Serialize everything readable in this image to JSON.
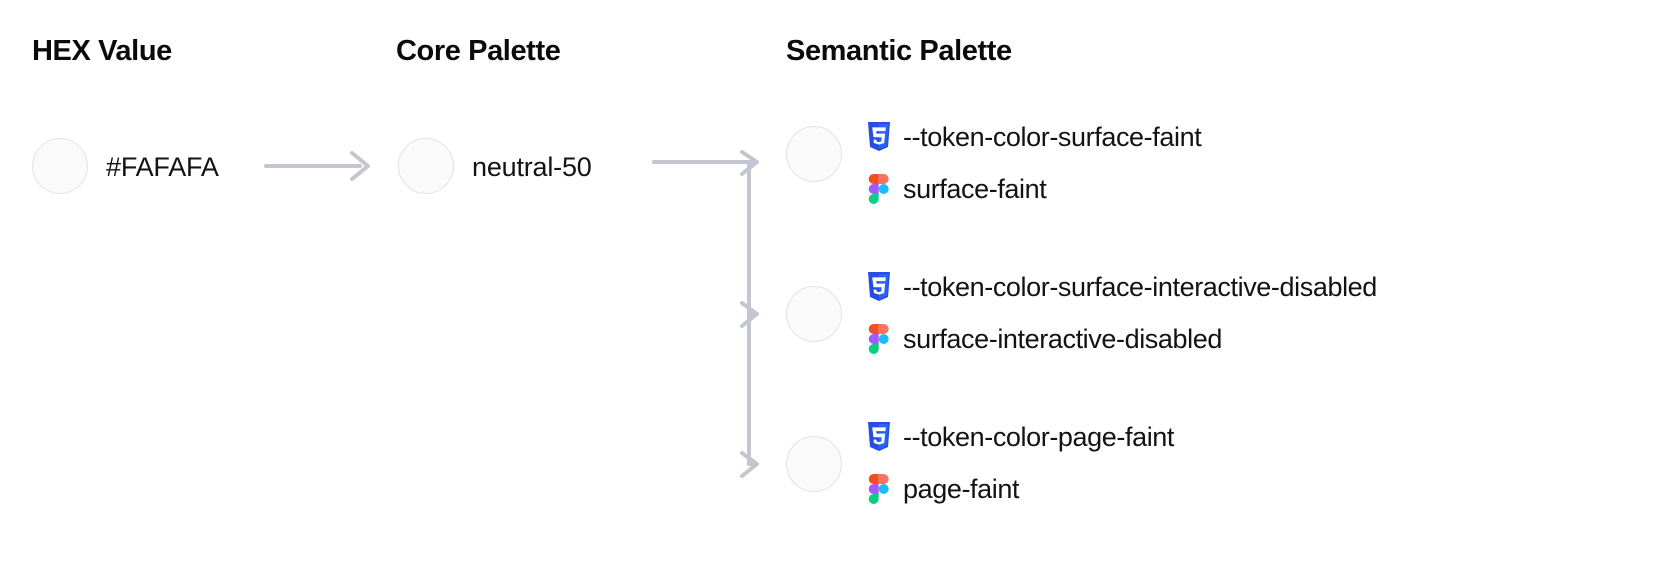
{
  "columns": {
    "hex": {
      "heading": "HEX Value",
      "value": "#FAFAFA",
      "swatch_color": "#FAFAFA"
    },
    "core": {
      "heading": "Core Palette",
      "value": "neutral-50",
      "swatch_color": "#FAFAFA"
    },
    "semantic": {
      "heading": "Semantic Palette"
    }
  },
  "semantic_rows": [
    {
      "swatch_color": "#FAFAFA",
      "css_icon": "css3-icon",
      "css_token": "--token-color-surface-faint",
      "figma_icon": "figma-icon",
      "figma_token": "surface-faint"
    },
    {
      "swatch_color": "#FAFAFA",
      "css_icon": "css3-icon",
      "css_token": "--token-color-surface-interactive-disabled",
      "figma_icon": "figma-icon",
      "figma_token": "surface-interactive-disabled"
    },
    {
      "swatch_color": "#FAFAFA",
      "css_icon": "css3-icon",
      "css_token": "--token-color-page-faint",
      "figma_icon": "figma-icon",
      "figma_token": "page-faint"
    }
  ],
  "colors": {
    "background": "#FFFFFF",
    "heading_text": "#0B0B0D",
    "body_text": "#131316",
    "connector": "#C3C6CE",
    "swatch_border": "#E3E3E7",
    "css_blue": "#264DE4",
    "css_blue_light": "#2965F1",
    "figma_red": "#F24E1E",
    "figma_orange": "#FF7262",
    "figma_purple": "#A259FF",
    "figma_blue": "#1ABCFE",
    "figma_green": "#0ACF83"
  },
  "connectors": {
    "hex_to_core_label": "arrow-hex-to-core",
    "core_to_semantic_label": "branch-core-to-semantic"
  }
}
